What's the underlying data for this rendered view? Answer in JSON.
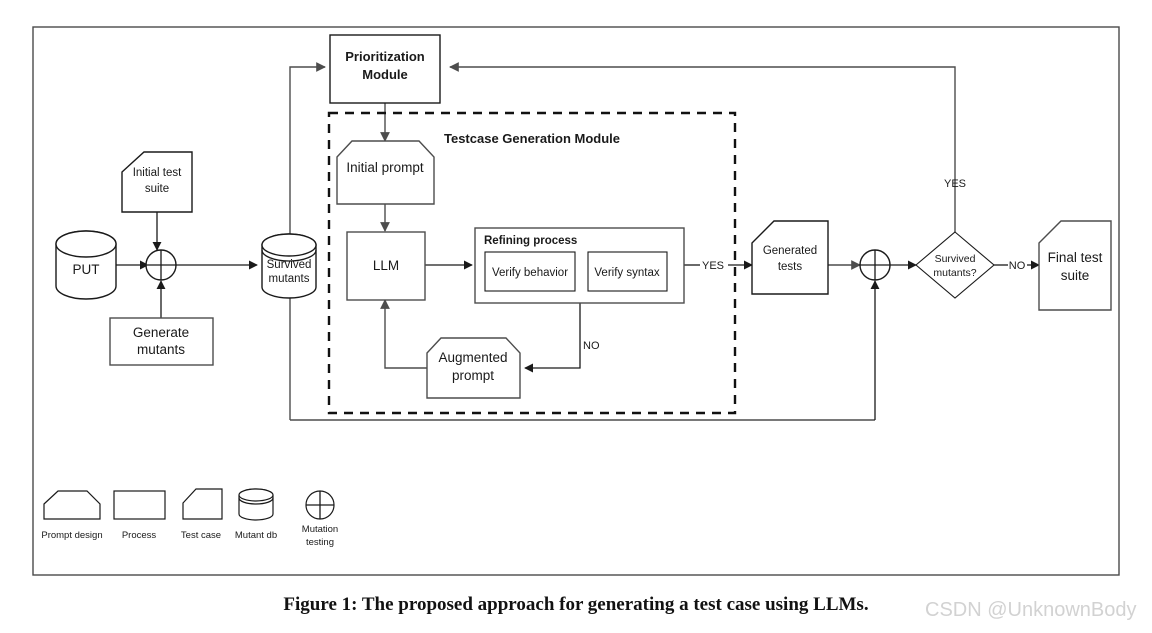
{
  "figure": {
    "caption": "Figure 1: The proposed approach for generating a test case using LLMs.",
    "watermark": "CSDN @UnknownBody"
  },
  "diagram": {
    "title": "The proposed approach for generating a test case using LLMs",
    "groups": [
      {
        "id": "testcase-generation-module",
        "label": "Testcase Generation Module",
        "style": "dashed"
      },
      {
        "id": "refining-process",
        "label": "Refining process",
        "style": "solid"
      }
    ],
    "nodes": [
      {
        "id": "put",
        "label": "PUT",
        "shape": "cylinder"
      },
      {
        "id": "initial-test-suite",
        "label": "Initial test suite",
        "line1": "Initial test",
        "line2": "suite",
        "shape": "test-case"
      },
      {
        "id": "generate-mutants",
        "label": "Generate mutants",
        "line1": "Generate",
        "line2": "mutants",
        "shape": "process"
      },
      {
        "id": "mutation-testing-1",
        "label": "",
        "shape": "mutation-testing"
      },
      {
        "id": "survived-mutants-db",
        "label": "Survived mutants",
        "line1": "Survived",
        "line2": "mutants",
        "shape": "mutant-db"
      },
      {
        "id": "prioritization-module",
        "label": "Prioritization Module",
        "line1": "Prioritization",
        "line2": "Module",
        "shape": "process"
      },
      {
        "id": "initial-prompt",
        "label": "Initial prompt",
        "shape": "prompt-design"
      },
      {
        "id": "llm",
        "label": "LLM",
        "shape": "process"
      },
      {
        "id": "verify-behavior",
        "label": "Verify behavior",
        "shape": "process"
      },
      {
        "id": "verify-syntax",
        "label": "Verify syntax",
        "shape": "process"
      },
      {
        "id": "augmented-prompt",
        "label": "Augmented prompt",
        "line1": "Augmented",
        "line2": "prompt",
        "shape": "prompt-design"
      },
      {
        "id": "generated-tests",
        "label": "Generated tests",
        "line1": "Generated",
        "line2": "tests",
        "shape": "test-case"
      },
      {
        "id": "mutation-testing-2",
        "label": "",
        "shape": "mutation-testing"
      },
      {
        "id": "survived-mutants-decision",
        "label": "Survived mutants?",
        "line1": "Survived",
        "line2": "mutants?",
        "shape": "decision"
      },
      {
        "id": "final-test-suite",
        "label": "Final test suite",
        "line1": "Final test",
        "line2": "suite",
        "shape": "test-case"
      }
    ],
    "edge_labels": {
      "refining_yes": "YES",
      "refining_no": "NO",
      "decision_yes": "YES",
      "decision_no": "NO"
    }
  },
  "legend": {
    "items": [
      {
        "id": "prompt-design",
        "label": "Prompt design",
        "shape": "prompt-design"
      },
      {
        "id": "process",
        "label": "Process",
        "shape": "process"
      },
      {
        "id": "test-case",
        "label": "Test case",
        "shape": "test-case"
      },
      {
        "id": "mutant-db",
        "label": "Mutant db",
        "shape": "mutant-db"
      },
      {
        "id": "mutation-testing",
        "label": "Mutation testing",
        "line1": "Mutation",
        "line2": "testing",
        "shape": "mutation-testing"
      }
    ]
  },
  "colors": {
    "background": "#ffffff",
    "stroke": "#4d4d4d",
    "stroke_dark": "#1a1a1a",
    "text": "#1a1a1a",
    "watermark": "#d2d2d2"
  }
}
